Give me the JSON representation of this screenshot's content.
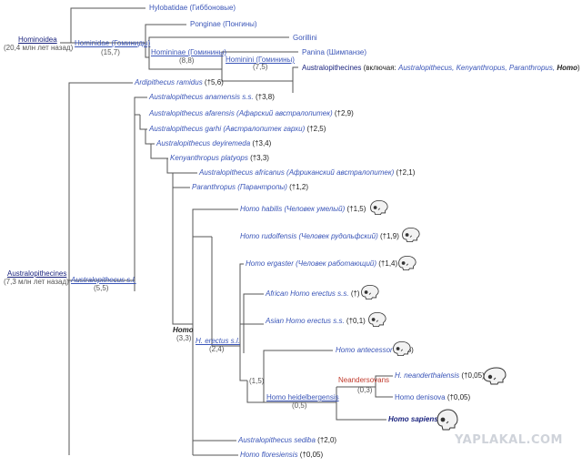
{
  "top": {
    "hominoidea": {
      "name": "Hominoidea",
      "age": "(20,4 млн лет назад)"
    },
    "hylobatidae": "Hylobatidae (Гиббоновые)",
    "ponginae": "Ponginae (Понгины)",
    "hominidae": {
      "name": "Hominidae (Гоминиды)",
      "age": "(15,7)"
    },
    "homininae": {
      "name": "Homininae (Гоминины)",
      "age": "(8,8)"
    },
    "gorillini": "Gorillini",
    "hominini": {
      "name": "Hominini (Гоминины)",
      "age": "(7,5)"
    },
    "panina": "Panina (Шимпанзе)",
    "australopithecines": {
      "name": "Australopithecines",
      "prefix": " (включая: ",
      "list": "Australopithecus, Kenyanthropus, Paranthropus, ",
      "homo": "Homo",
      "suffix": ")"
    }
  },
  "main": {
    "root": {
      "name": "Australopithecines",
      "age": "(7,3 млн лет назад)"
    },
    "australopithecus_sl": {
      "name": "Australopithecus s.l.",
      "age": "(5,5)"
    },
    "ardipithecus": {
      "name": "Ardipithecus ramidus",
      "age": " (†5,6)"
    },
    "anamensis": {
      "name": "Australopithecus anamensis s.s.",
      "age": " (†3,8)"
    },
    "afarensis": {
      "name": "Australopithecus afarensis (Афарский австралопитек)",
      "age": " (†2,9)"
    },
    "garhi": {
      "name": "Australopithecus garhi (Австралопитек гархи)",
      "age": " (†2,5)"
    },
    "deyiremeda": {
      "name": "Australopithecus deyiremeda",
      "age": " (†3,4)"
    },
    "kenyanthropus": {
      "name": "Kenyanthropus platyops",
      "age": " (†3,3)"
    },
    "africanus": {
      "name": "Australopithecus africanus (Африканский австралопитек)",
      "age": " (†2,1)"
    },
    "paranthropus": {
      "name": "Paranthropus (Парантропы)",
      "age": " (†1,2)"
    },
    "homo": {
      "name": "Homo",
      "age": "(3,3)"
    },
    "habilis": {
      "name": "Homo habilis (Человек умелый)",
      "age": " (†1,5)"
    },
    "rudolfensis": {
      "name": "Homo rudolfensis (Человек рудольфский)",
      "age": " (†1,9)"
    },
    "erectus_sl": {
      "name": "H. erectus s.l.",
      "age": "(2,4)"
    },
    "ergaster": {
      "name": "Homo ergaster (Человек работающий)",
      "age": " (†1,4)"
    },
    "african_erectus": {
      "name": "African Homo erectus s.s.",
      "age": " (†)"
    },
    "asian_erectus": {
      "name": "Asian Homo erectus s.s.",
      "age": " (†0,1)"
    },
    "node_15": "(1,5)",
    "antecessor": {
      "name": "Homo antecessor",
      "age": " (†0,8)"
    },
    "heidelbergensis": {
      "name": "Homo heidelbergensis",
      "age": "(0,5)"
    },
    "neandersovans": {
      "name": "Neandersovans",
      "age": "(0,3)"
    },
    "neanderthalensis": {
      "name": "H. neanderthalensis",
      "age": " (†0,05)"
    },
    "denisova": {
      "name": "Homo denisova",
      "age": " (†0,05)"
    },
    "sapiens": {
      "name": "Homo sapiens"
    },
    "sediba": {
      "name": "Australopithecus sediba",
      "age": " (†2,0)"
    },
    "floresiensis": {
      "name": "Homo floresiensis",
      "age": " (†0,05)"
    }
  },
  "watermark": "YAPLAKAL.COM",
  "icons": [
    "skull-icon"
  ],
  "colors": {
    "line": "#555555",
    "link": "#3b56b8",
    "neandersovans": "#c0392b"
  }
}
